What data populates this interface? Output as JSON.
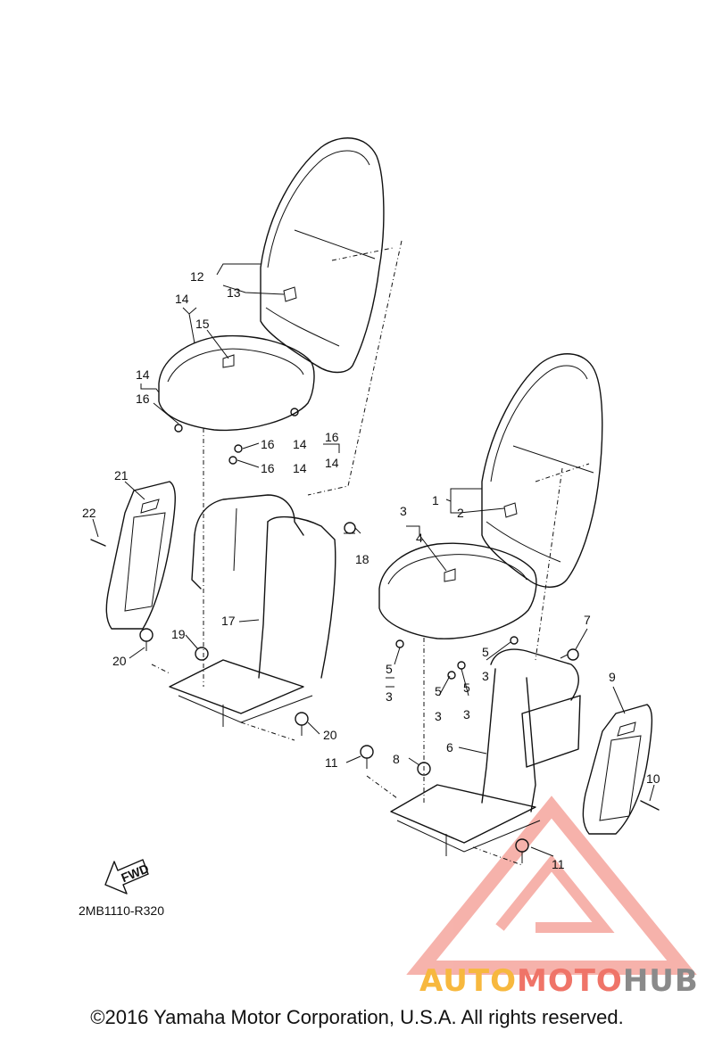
{
  "callouts": [
    {
      "id": "c1",
      "text": "1"
    },
    {
      "id": "c2",
      "text": "2"
    },
    {
      "id": "c3a",
      "text": "3"
    },
    {
      "id": "c4",
      "text": "4"
    },
    {
      "id": "c5a",
      "text": "5"
    },
    {
      "id": "c3b",
      "text": "3"
    },
    {
      "id": "c5b",
      "text": "5"
    },
    {
      "id": "c3c",
      "text": "3"
    },
    {
      "id": "c5c",
      "text": "5"
    },
    {
      "id": "c3d",
      "text": "3"
    },
    {
      "id": "c5d",
      "text": "5"
    },
    {
      "id": "c3e",
      "text": "3"
    },
    {
      "id": "c6",
      "text": "6"
    },
    {
      "id": "c7",
      "text": "7"
    },
    {
      "id": "c8",
      "text": "8"
    },
    {
      "id": "c9",
      "text": "9"
    },
    {
      "id": "c10",
      "text": "10"
    },
    {
      "id": "c11a",
      "text": "11"
    },
    {
      "id": "c11b",
      "text": "11"
    },
    {
      "id": "c12",
      "text": "12"
    },
    {
      "id": "c13",
      "text": "13"
    },
    {
      "id": "c14a",
      "text": "14"
    },
    {
      "id": "c15",
      "text": "15"
    },
    {
      "id": "c14b",
      "text": "14"
    },
    {
      "id": "c16a",
      "text": "16"
    },
    {
      "id": "c16b",
      "text": "16"
    },
    {
      "id": "c14c",
      "text": "14"
    },
    {
      "id": "c16c",
      "text": "16"
    },
    {
      "id": "c14d",
      "text": "14"
    },
    {
      "id": "c16d",
      "text": "16"
    },
    {
      "id": "c14e",
      "text": "14"
    },
    {
      "id": "c17",
      "text": "17"
    },
    {
      "id": "c18",
      "text": "18"
    },
    {
      "id": "c19",
      "text": "19"
    },
    {
      "id": "c20a",
      "text": "20"
    },
    {
      "id": "c20b",
      "text": "20"
    },
    {
      "id": "c21",
      "text": "21"
    },
    {
      "id": "c22",
      "text": "22"
    }
  ],
  "fwd_label": "FWD",
  "diagram_code": "2MB1110-R320",
  "copyright": "©2016 Yamaha Motor Corporation, U.S.A. All rights reserved.",
  "watermark": {
    "part1": "AUTO",
    "part2": "MOTO",
    "part3": "HUB"
  },
  "colors": {
    "watermark_red": "#ef7468",
    "watermark_orange": "#f7b83e",
    "watermark_gray": "#8a8a8a"
  }
}
